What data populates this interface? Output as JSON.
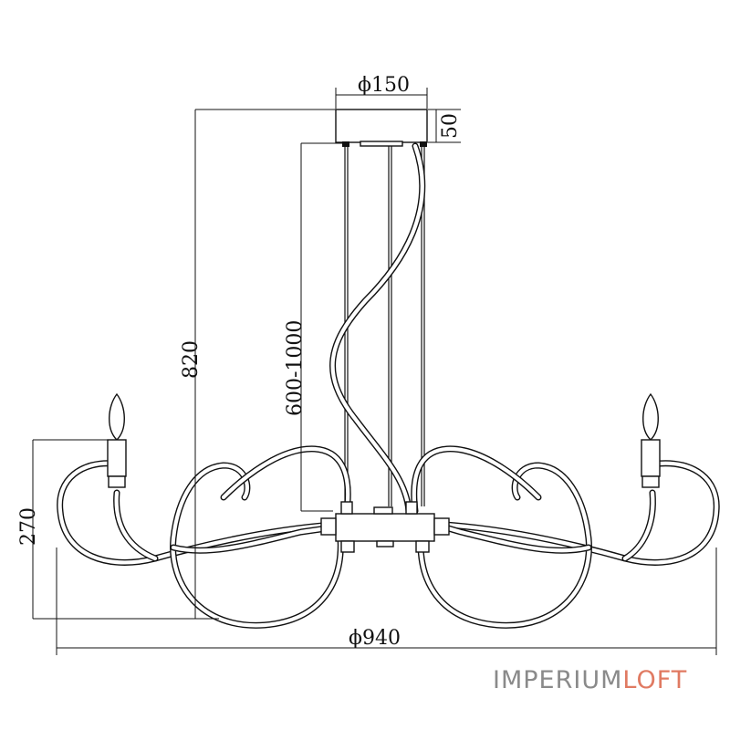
{
  "dimensions": {
    "canopy_diameter": "ϕ150",
    "canopy_height": "50",
    "total_height": "820",
    "suspension_range": "600-1000",
    "body_height": "270",
    "total_diameter": "ϕ940"
  },
  "brand": {
    "part1": "IMPERIUM",
    "part2": "LOFT",
    "color1": "#8a8a8a",
    "color2": "#e07a62"
  }
}
